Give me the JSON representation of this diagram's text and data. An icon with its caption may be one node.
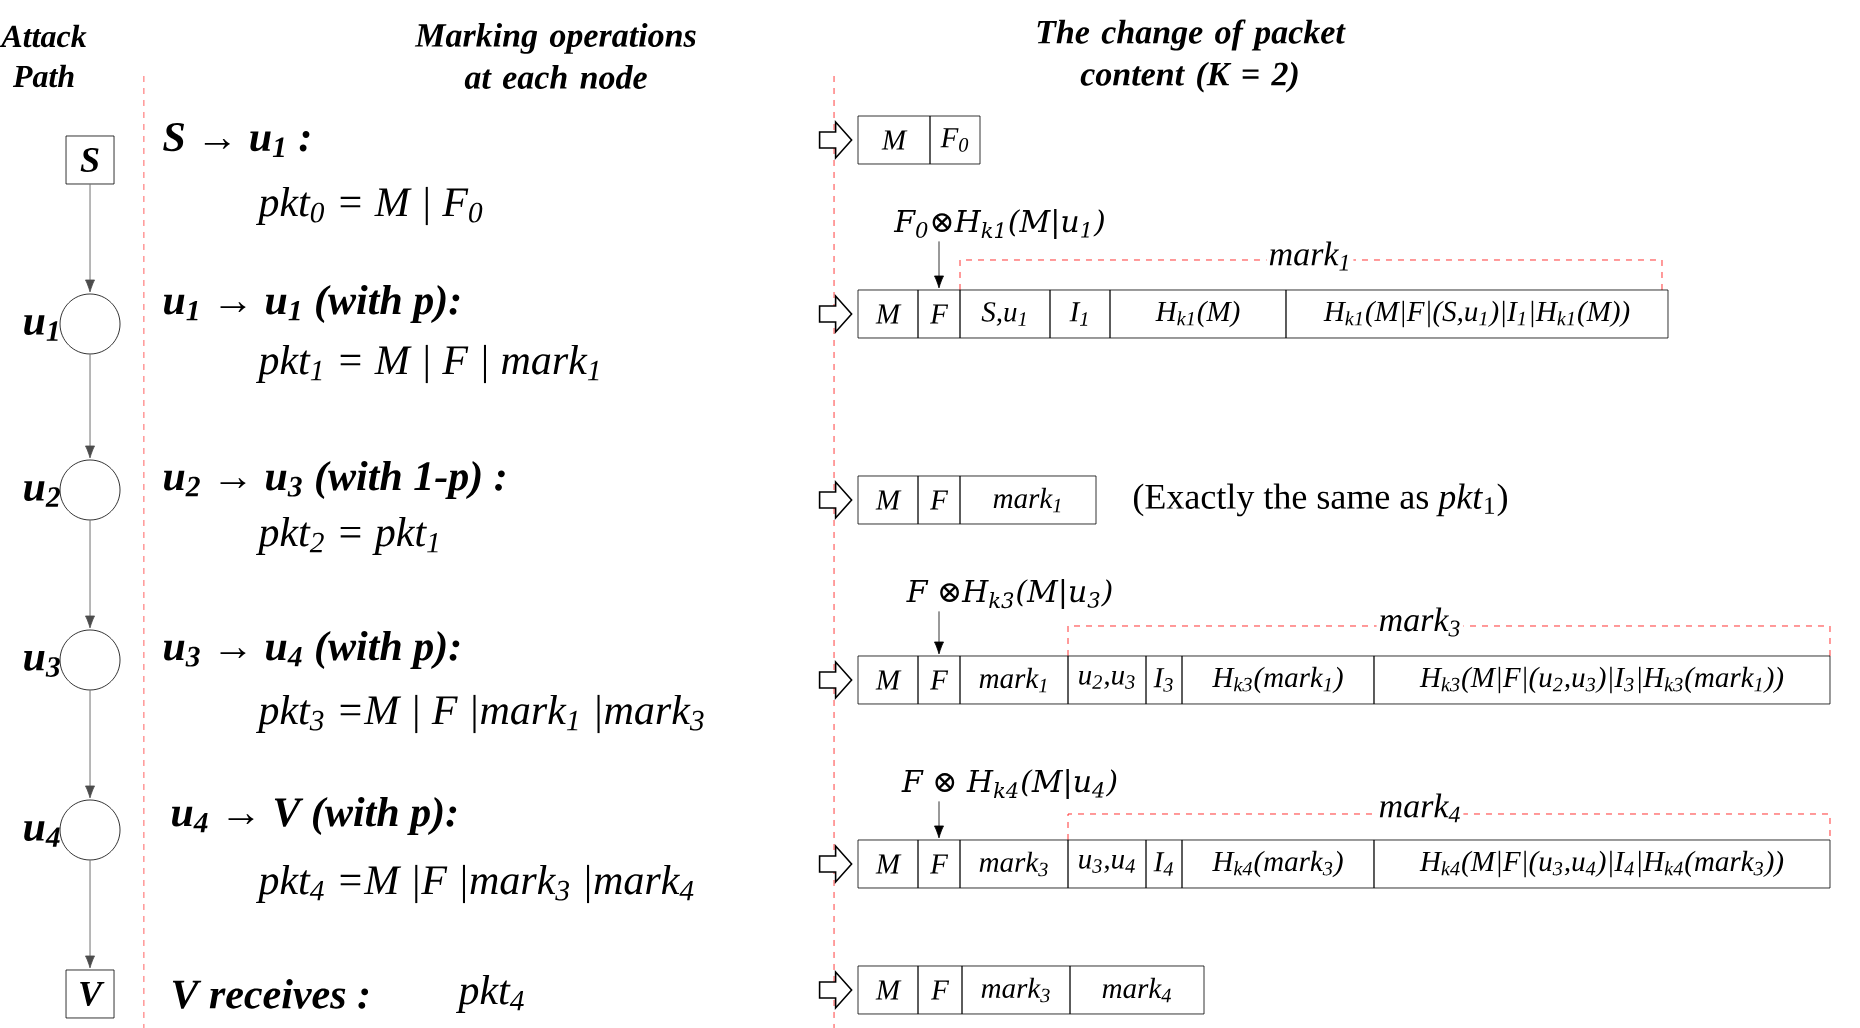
{
  "diagram": {
    "nodes": [
      {
        "text": [
          "S"
        ]
      },
      {
        "text": [],
        "shape": "circle",
        "beside": [
          "u$_{1}$"
        ]
      },
      {
        "text": [],
        "shape": "circle",
        "beside": [
          "u$_{2}$"
        ]
      },
      {
        "text": [],
        "shape": "circle",
        "beside": [
          "u$_{3}$"
        ]
      },
      {
        "text": [],
        "shape": "circle",
        "beside": [
          "u$_{4}$"
        ]
      },
      {
        "text": [
          "V"
        ]
      },
      {
        "text": [
          "M"
        ]
      },
      {
        "text": [
          "F$_{0}$"
        ]
      },
      {
        "text": [
          "F$_{0}$⊗H$_{k1}$(M|u$_{1}$)"
        ]
      },
      {
        "text": [
          "M"
        ]
      },
      {
        "text": [
          "F"
        ]
      },
      {
        "text": [
          "S,u$_{1}$"
        ]
      },
      {
        "text": [
          "I$_{1}$"
        ]
      },
      {
        "text": [
          "H$_{k1}$(M)"
        ]
      },
      {
        "text": [
          "H$_{k1}$(M|F|(S,u$_{1}$)|I$_{1}$|H$_{k1}$(M))"
        ]
      },
      {
        "text": [
          "M"
        ]
      },
      {
        "text": [
          "F"
        ]
      },
      {
        "text": [
          "mark$_{1}$"
        ]
      },
      {
        "text": [
          "F ⊗H$_{k3}$(M|u$_{3}$)"
        ]
      },
      {
        "text": [
          "M"
        ]
      },
      {
        "text": [
          "F"
        ]
      },
      {
        "text": [
          "mark$_{1}$"
        ]
      },
      {
        "text": [
          "u$_{2}$,u$_{3}$"
        ]
      },
      {
        "text": [
          "I$_{3}$"
        ]
      },
      {
        "text": [
          "H$_{k3}$(mark$_{1}$)"
        ]
      },
      {
        "text": [
          "H$_{k3}$(M|F|(u$_{2}$,u$_{3}$)|I$_{3}$|H$_{k3}$(mark$_{1}$))"
        ]
      },
      {
        "text": [
          "F ⊗ H$_{k4}$(M|u$_{4}$)"
        ]
      },
      {
        "text": [
          "M"
        ]
      },
      {
        "text": [
          "F"
        ]
      },
      {
        "text": [
          "mark$_{3}$"
        ]
      },
      {
        "text": [
          "u$_{3}$,u$_{4}$"
        ]
      },
      {
        "text": [
          "I$_{4}$"
        ]
      },
      {
        "text": [
          "H$_{k4}$(mark$_{3}$)"
        ]
      },
      {
        "text": [
          "H$_{k4}$(M|F|(u$_{3}$,u$_{4}$)|I$_{4}$|H$_{k4}$(mark$_{3}$))"
        ]
      },
      {
        "text": [
          "M"
        ]
      },
      {
        "text": [
          "F"
        ]
      },
      {
        "text": [
          "mark$_{3}$"
        ]
      },
      {
        "text": [
          "mark$_{4}$"
        ]
      }
    ],
    "edges": [
      {
        "from": 0,
        "to": 1,
        "arrow": "to"
      },
      {
        "from": 1,
        "to": 2,
        "arrow": "to"
      },
      {
        "from": 2,
        "to": 3,
        "arrow": "to"
      },
      {
        "from": 3,
        "to": 4,
        "arrow": "to"
      },
      {
        "from": 4,
        "to": 5,
        "arrow": "to"
      },
      {
        "from": 8,
        "to": 10,
        "arrow": "to"
      },
      {
        "from": 18,
        "to": 20,
        "arrow": "to"
      },
      {
        "from": 26,
        "to": 28,
        "arrow": "to"
      },
      {
        "from": null,
        "to": 6,
        "arrow": "to"
      },
      {
        "from": null,
        "to": 9,
        "arrow": "to"
      },
      {
        "from": null,
        "to": 15,
        "arrow": "to"
      },
      {
        "from": null,
        "to": 19,
        "arrow": "to"
      },
      {
        "from": null,
        "to": 27,
        "arrow": "to"
      },
      {
        "from": null,
        "to": 34,
        "arrow": "to"
      }
    ],
    "labels": [
      "Attack Path",
      "Marking operations at each node",
      "The change of packet content (K = 2)",
      "S → u$_{1}$ :",
      "pkt$_{0}$ = M | F$_{0}$",
      "u$_{1}$ → u$_{1}$ (with p):",
      "pkt$_{1}$ = M | F | mark$_{1}$",
      "u$_{2}$ → u$_{3}$ (with 1-p) :",
      "pkt$_{2}$ = pkt$_{1}$",
      "u$_{3}$ → u$_{4}$ (with p):",
      "pkt$_{3}$ =M | F |mark$_{1}$ |mark$_{3}$",
      "u$_{4}$ → V (with p):",
      "pkt$_{4}$ =M |F |mark$_{3}$ |mark$_{4}$",
      "V receives :",
      "pkt$_{4}$",
      "mark$_{1}$",
      "(Exactly the same as *pkt*$_{1}$)",
      "mark$_{3}$",
      "mark$_{4}$"
    ]
  }
}
